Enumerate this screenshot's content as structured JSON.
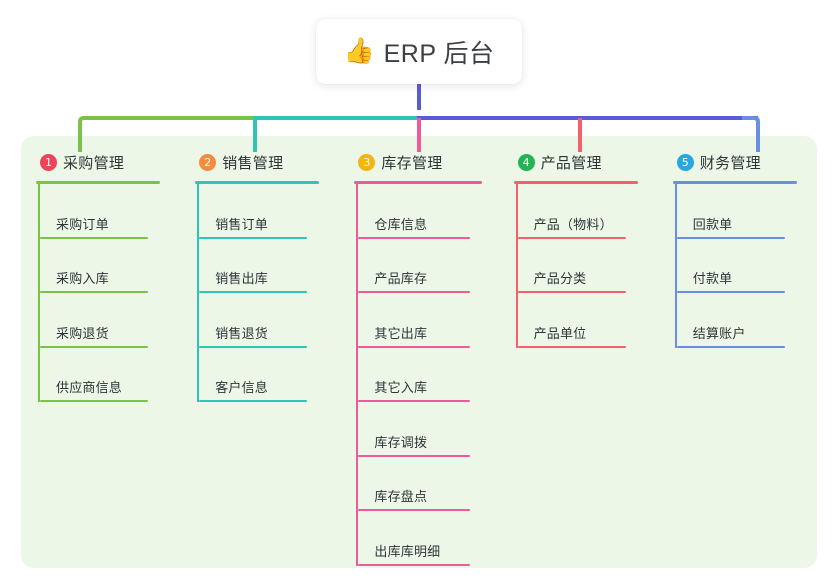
{
  "root": {
    "icon": "thumbs-up-icon",
    "emoji": "👍",
    "title": "ERP 后台"
  },
  "palette": {
    "panel_background": "#edf7e8",
    "page_background": "#ffffff",
    "root_card_background": "#ffffff",
    "root_stem": "#5b5bd6",
    "text": "#2f3438"
  },
  "columns": [
    {
      "number": "1",
      "title": "采购管理",
      "badge_color": "#f0425a",
      "line_color": "#7cc24a",
      "items": [
        {
          "label": "采购订单"
        },
        {
          "label": "采购入库"
        },
        {
          "label": "采购退货"
        },
        {
          "label": "供应商信息"
        }
      ]
    },
    {
      "number": "2",
      "title": "销售管理",
      "badge_color": "#f58b3c",
      "line_color": "#2ec4b6",
      "items": [
        {
          "label": "销售订单"
        },
        {
          "label": "销售出库"
        },
        {
          "label": "销售退货"
        },
        {
          "label": "客户信息"
        }
      ]
    },
    {
      "number": "3",
      "title": "库存管理",
      "badge_color": "#f5b314",
      "line_color": "#ef5a9c",
      "items": [
        {
          "label": "仓库信息"
        },
        {
          "label": "产品库存"
        },
        {
          "label": "其它出库"
        },
        {
          "label": "其它入库"
        },
        {
          "label": "库存调拨"
        },
        {
          "label": "库存盘点"
        },
        {
          "label": "出库库明细"
        }
      ]
    },
    {
      "number": "4",
      "title": "产品管理",
      "badge_color": "#22b455",
      "line_color": "#f4606c",
      "items": [
        {
          "label": "产品（物料）"
        },
        {
          "label": "产品分类"
        },
        {
          "label": "产品单位"
        }
      ]
    },
    {
      "number": "5",
      "title": "财务管理",
      "badge_color": "#27a8e0",
      "line_color": "#6a8fe0",
      "items": [
        {
          "label": "回款单"
        },
        {
          "label": "付款单"
        },
        {
          "label": "结算账户"
        }
      ]
    }
  ]
}
